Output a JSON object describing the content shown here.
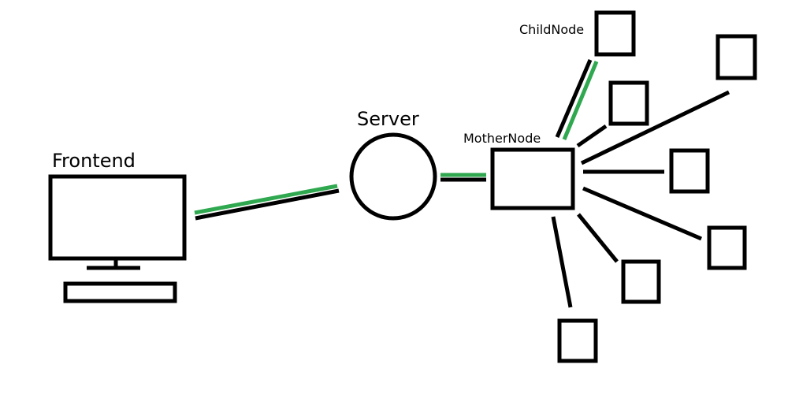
{
  "labels": {
    "frontend": "Frontend",
    "server": "Server",
    "mother_node": "MotherNode",
    "child_node": "ChildNode"
  },
  "colors": {
    "line": "#000000",
    "active_link": "#2fa84f",
    "background": "#ffffff"
  }
}
